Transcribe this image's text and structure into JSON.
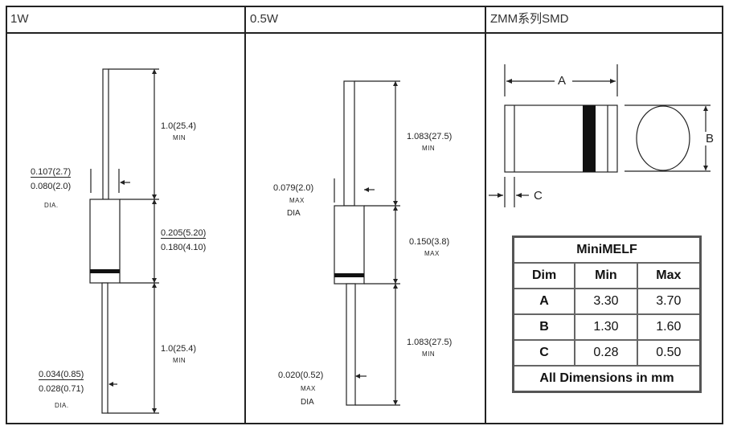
{
  "panels": {
    "p1": {
      "title": "1W"
    },
    "p2": {
      "title": "0.5W"
    },
    "p3": {
      "title": "ZMM系列SMD"
    }
  },
  "p1": {
    "lead_top": {
      "value": "1.0(25.4)",
      "sub": "MIN"
    },
    "lead_dia": {
      "upper": "0.107(2.7)",
      "lower": "0.080(2.0)",
      "sub": "DIA."
    },
    "body_len": {
      "upper": "0.205(5.20)",
      "lower": "0.180(4.10)"
    },
    "lead_bottom": {
      "value": "1.0(25.4)",
      "sub": "MIN"
    },
    "wire_dia": {
      "upper": "0.034(0.85)",
      "lower": "0.028(0.71)",
      "sub": "DIA."
    }
  },
  "p2": {
    "lead_top": {
      "value": "1.083(27.5)",
      "sub": "MIN"
    },
    "body_dia": {
      "value": "0.079(2.0)",
      "sub": "MAX",
      "sub2": "DIA"
    },
    "body_len": {
      "value": "0.150(3.8)",
      "sub": "MAX"
    },
    "lead_bottom": {
      "value": "1.083(27.5)",
      "sub": "MIN"
    },
    "wire_dia": {
      "value": "0.020(0.52)",
      "sub": "MAX",
      "sub2": "DIA"
    }
  },
  "p3": {
    "label_a": "A",
    "label_b": "B",
    "label_c": "C",
    "table": {
      "title": "MiniMELF",
      "headers": [
        "Dim",
        "Min",
        "Max"
      ],
      "rows": [
        {
          "dim": "A",
          "min": "3.30",
          "max": "3.70"
        },
        {
          "dim": "B",
          "min": "1.30",
          "max": "1.60"
        },
        {
          "dim": "C",
          "min": "0.28",
          "max": "0.50"
        }
      ],
      "footer": "All Dimensions in mm"
    }
  }
}
